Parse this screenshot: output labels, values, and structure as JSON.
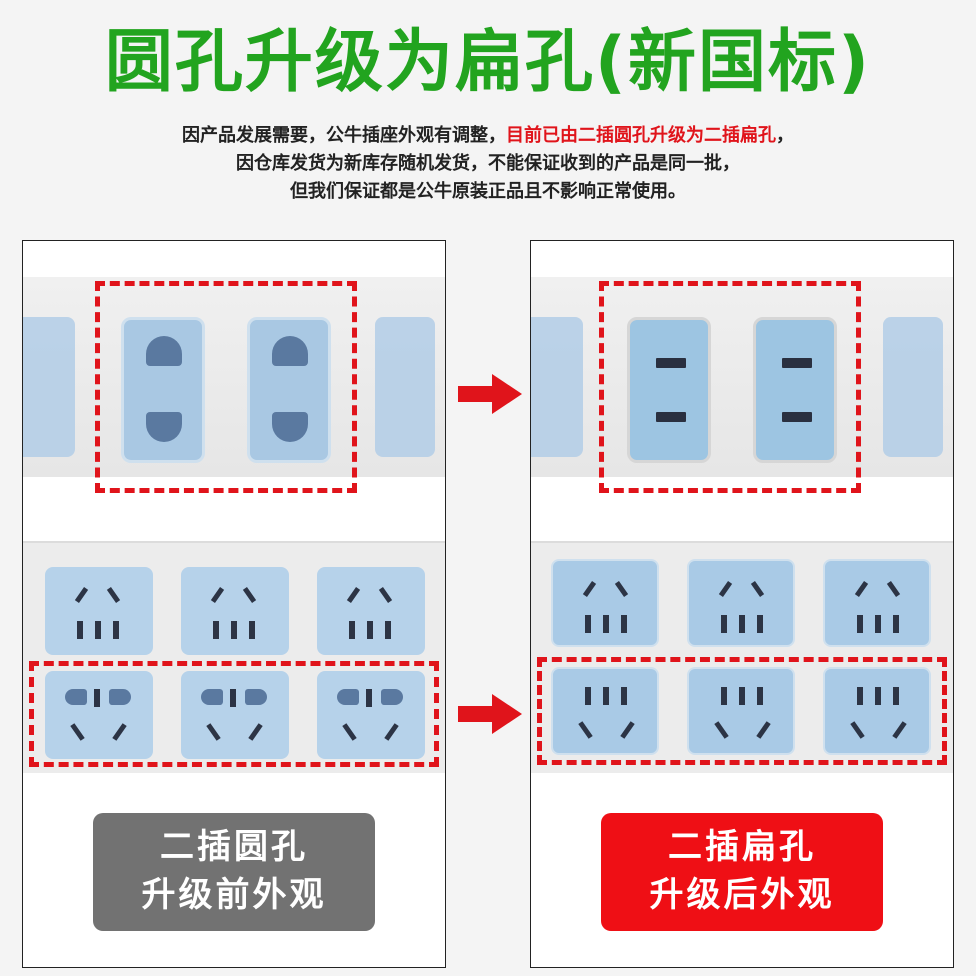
{
  "title": "圆孔升级为扁孔(新国标)",
  "description": {
    "line1_a": "因产品发展需要，公牛插座外观有调整，",
    "line1_b": "目前已由二插圆孔升级为二插扁孔",
    "line1_c": "，",
    "line2": "因仓库发货为新库存随机发货，不能保证收到的产品是同一批，",
    "line3": "但我们保证都是公牛原装正品且不影响正常使用。"
  },
  "before": {
    "label_line1": "二插圆孔",
    "label_line2": "升级前外观"
  },
  "after": {
    "label_line1": "二插扁孔",
    "label_line2": "升级后外观"
  },
  "colors": {
    "title": "#22a41f",
    "highlight": "#e0141b",
    "before_badge": "#727272",
    "after_badge": "#ef0f15",
    "socket": "#a9c8e3"
  },
  "icons": {
    "arrow": "right-arrow-icon"
  }
}
